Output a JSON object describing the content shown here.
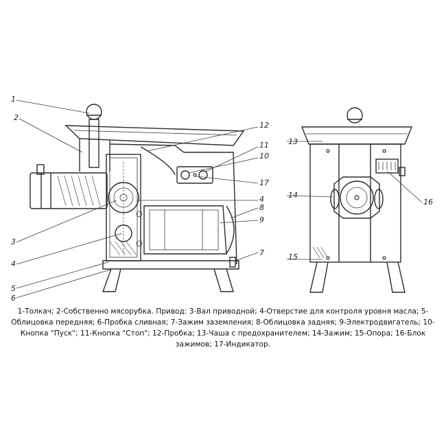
{
  "diagram": {
    "callouts_side": [
      "1",
      "2",
      "12",
      "11",
      "10",
      "17",
      "3",
      "4",
      "8",
      "9",
      "7",
      "5",
      "6"
    ],
    "callouts_front": [
      "13",
      "14",
      "16",
      "15"
    ]
  },
  "caption": "1-Толкач; 2-Собственно мясорубка. Привод: 3-Вал приводной; 4-Отверстие для контроля уровня масла; 5-Облицовка передняя; 6-Пробка сливная; 7-Зажим заземления; 8-Облицовка задняя; 9-Электродвигатель; 10-Кнопка \"Пуск\"; 11-Кнопка \"Стоп\"; 12-Пробка; 13-Чаша с предохранителем; 14-Зажим; 15-Опора; 16-Блок зажимов; 17-Индикатор."
}
